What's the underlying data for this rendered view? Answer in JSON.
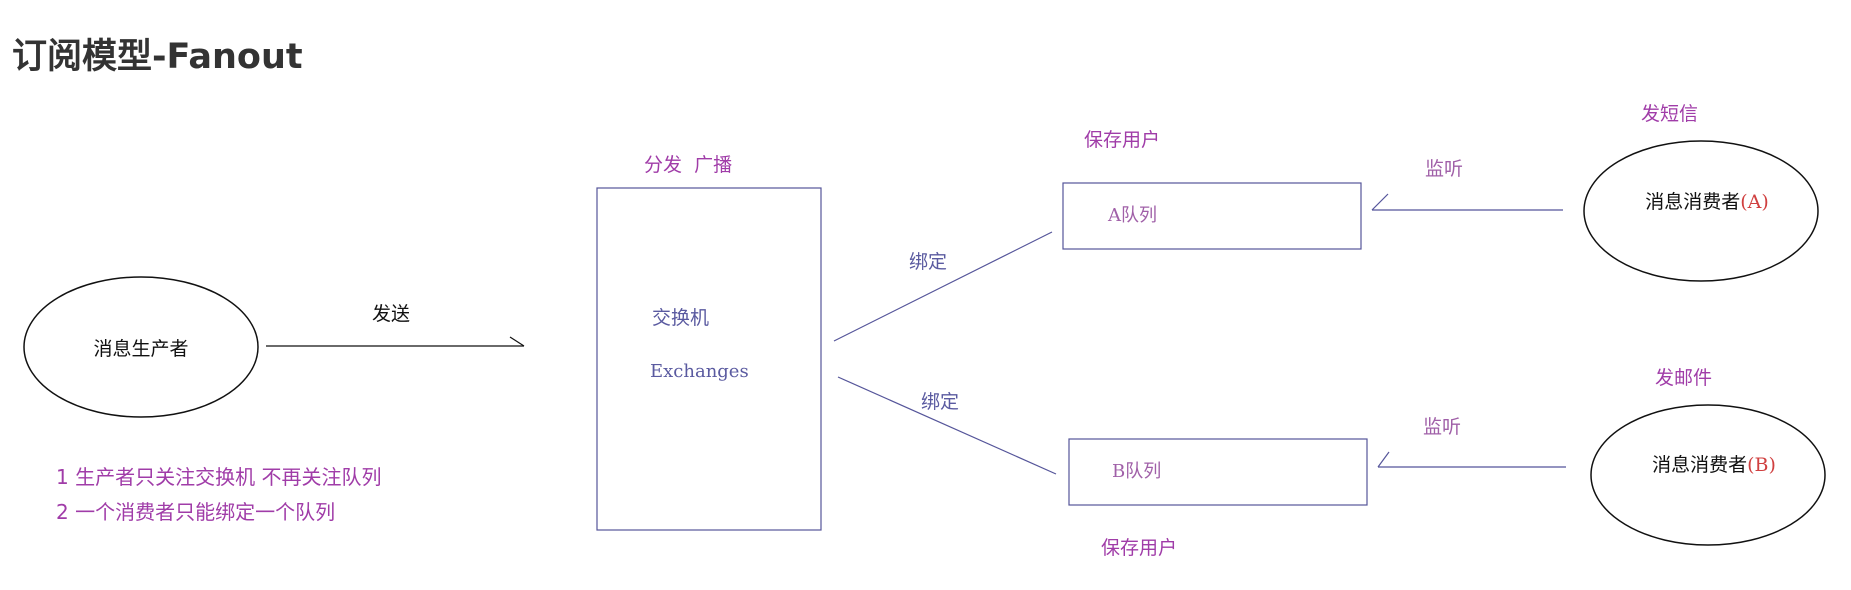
{
  "title": "订阅模型-Fanout",
  "producer": {
    "label": "消息生产者"
  },
  "send": {
    "label": "发送"
  },
  "exchange": {
    "caption": "分发  广播",
    "line1": "交换机",
    "line2": "Exchanges"
  },
  "bindings": [
    "绑定",
    "绑定"
  ],
  "queues": [
    {
      "label": "A队列",
      "caption": "保存用户"
    },
    {
      "label": "B队列",
      "caption": "保存用户"
    }
  ],
  "listen": [
    "监听",
    "监听"
  ],
  "consumers": [
    {
      "prefix": "消息消费者",
      "suffix": "(A)",
      "caption": "发短信"
    },
    {
      "prefix": "消息消费者",
      "suffix": "(B)",
      "caption": "发邮件"
    }
  ],
  "notes": [
    "1 生产者只关注交换机  不再关注队列",
    "2 一个消费者只能绑定一个队列"
  ],
  "colors": {
    "title": "#333333",
    "purple": "#a03ca8",
    "blue": "#5a5aa0",
    "line": "#55559a",
    "black": "#111111",
    "red_suffix": "#d04040",
    "queue_text": "#a060a8"
  }
}
